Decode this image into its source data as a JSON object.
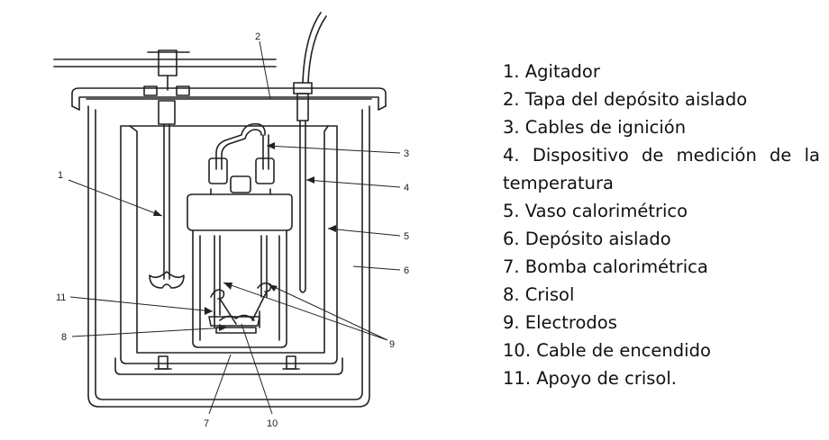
{
  "callouts": {
    "c1": "1",
    "c2": "2",
    "c3": "3",
    "c4": "4",
    "c5": "5",
    "c6": "6",
    "c7": "7",
    "c8": "8",
    "c9": "9",
    "c10": "10",
    "c11": "11"
  },
  "legend": [
    "1. Agitador",
    "2. Tapa del depósito aislado",
    "3. Cables de ignición",
    "4.  Dispositivo  de  medición  de  la",
    "temperatura",
    "5. Vaso calorimétrico",
    "6. Depósito aislado",
    "7. Bomba calorimétrica",
    "8. Crisol",
    "9. Electrodos",
    "10. Cable de encendido",
    "11. Apoyo de crisol."
  ]
}
